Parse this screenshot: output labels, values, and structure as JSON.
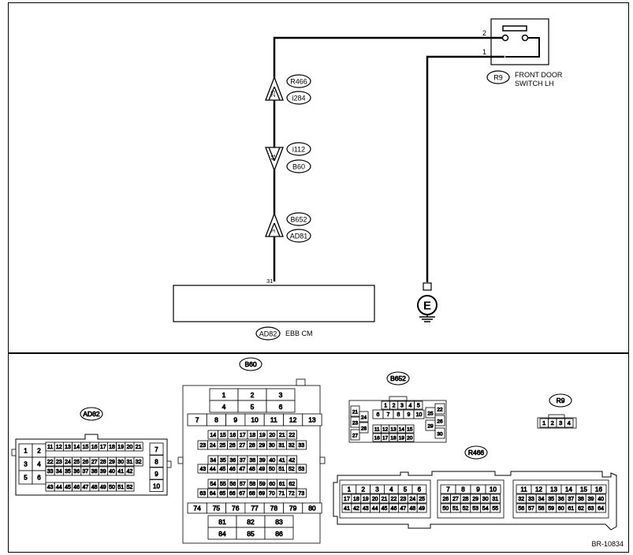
{
  "components": {
    "switch": {
      "code": "R9",
      "name_line1": "FRONT DOOR",
      "name_line2": "SWITCH LH",
      "pin_top": "2",
      "pin_bottom": "1"
    },
    "ecm": {
      "code": "AD82",
      "name": "EBB CM",
      "pin": "31"
    },
    "ground": {
      "symbol": "E"
    }
  },
  "connectors": {
    "c1": {
      "pin": "25",
      "top": "R466",
      "bottom": "i284"
    },
    "c2": {
      "pin": "41",
      "top": "i112",
      "bottom": "B60"
    },
    "c3": {
      "pin": "3",
      "top": "B652",
      "bottom": "AD81"
    }
  },
  "views": {
    "ad82": {
      "label": "AD82",
      "left_pins": [
        "1",
        "2",
        "3",
        "4",
        "5",
        "6"
      ],
      "row1": [
        "11",
        "12",
        "13",
        "14",
        "15",
        "16",
        "17",
        "18",
        "19",
        "20",
        "21"
      ],
      "row2": [
        "22",
        "23",
        "24",
        "25",
        "26",
        "27",
        "28",
        "29",
        "30",
        "31",
        "32"
      ],
      "row3": [
        "33",
        "34",
        "35",
        "36",
        "37",
        "38",
        "39",
        "40",
        "41",
        "42"
      ],
      "row4": [
        "43",
        "44",
        "45",
        "46",
        "47",
        "48",
        "49",
        "50",
        "51",
        "52"
      ],
      "right_pins": [
        "7",
        "8",
        "9",
        "10"
      ]
    },
    "b60": {
      "label": "B60",
      "top": [
        "1",
        "2",
        "3",
        "4",
        "5",
        "6"
      ],
      "row7": [
        "7",
        "8",
        "9",
        "10",
        "11",
        "12",
        "13"
      ],
      "rowA": [
        "14",
        "15",
        "16",
        "17",
        "18",
        "19",
        "20",
        "21",
        "22"
      ],
      "rowB": [
        "23",
        "24",
        "25",
        "26",
        "27",
        "28",
        "29",
        "30",
        "31",
        "32",
        "33"
      ],
      "rowC": [
        "34",
        "35",
        "36",
        "37",
        "38",
        "39",
        "40",
        "41",
        "42"
      ],
      "rowD": [
        "43",
        "44",
        "45",
        "46",
        "47",
        "48",
        "49",
        "50",
        "51",
        "52",
        "53"
      ],
      "rowE": [
        "54",
        "55",
        "56",
        "57",
        "58",
        "59",
        "60",
        "61",
        "62"
      ],
      "rowF": [
        "63",
        "64",
        "65",
        "66",
        "67",
        "68",
        "69",
        "70",
        "71",
        "72",
        "73"
      ],
      "row74": [
        "74",
        "75",
        "76",
        "77",
        "78",
        "79",
        "80"
      ],
      "bottom": [
        "81",
        "82",
        "83",
        "84",
        "85",
        "86"
      ]
    },
    "b652": {
      "label": "B652",
      "top": [
        "1",
        "2",
        "3",
        "4",
        "5"
      ],
      "mid": [
        "6",
        "7",
        "8",
        "9",
        "10"
      ],
      "r1": [
        "11",
        "12",
        "13",
        "14",
        "15"
      ],
      "r2": [
        "16",
        "17",
        "18",
        "19",
        "20"
      ],
      "left": [
        "21",
        "24",
        "23",
        "28",
        "27"
      ],
      "right": [
        "25",
        "22",
        "26",
        "29",
        "30"
      ]
    },
    "r9": {
      "label": "R9",
      "pins": [
        "1",
        "2",
        "3",
        "4"
      ]
    },
    "r466": {
      "label": "R466",
      "g1top": [
        "1",
        "2",
        "3",
        "4",
        "5",
        "6"
      ],
      "g1a": [
        "17",
        "18",
        "19",
        "20",
        "21",
        "22",
        "23",
        "24",
        "25"
      ],
      "g1b": [
        "41",
        "42",
        "43",
        "44",
        "45",
        "46",
        "47",
        "48",
        "49"
      ],
      "g2top": [
        "7",
        "8",
        "9",
        "10"
      ],
      "g2a": [
        "26",
        "27",
        "28",
        "29",
        "30",
        "31"
      ],
      "g2b": [
        "50",
        "51",
        "52",
        "53",
        "54",
        "55"
      ],
      "g3top": [
        "11",
        "12",
        "13",
        "14",
        "15",
        "16"
      ],
      "g3a": [
        "32",
        "33",
        "34",
        "35",
        "36",
        "37",
        "38",
        "39",
        "40"
      ],
      "g3b": [
        "56",
        "57",
        "58",
        "59",
        "60",
        "61",
        "62",
        "63",
        "64"
      ]
    }
  },
  "figure_id": "BR-10834"
}
